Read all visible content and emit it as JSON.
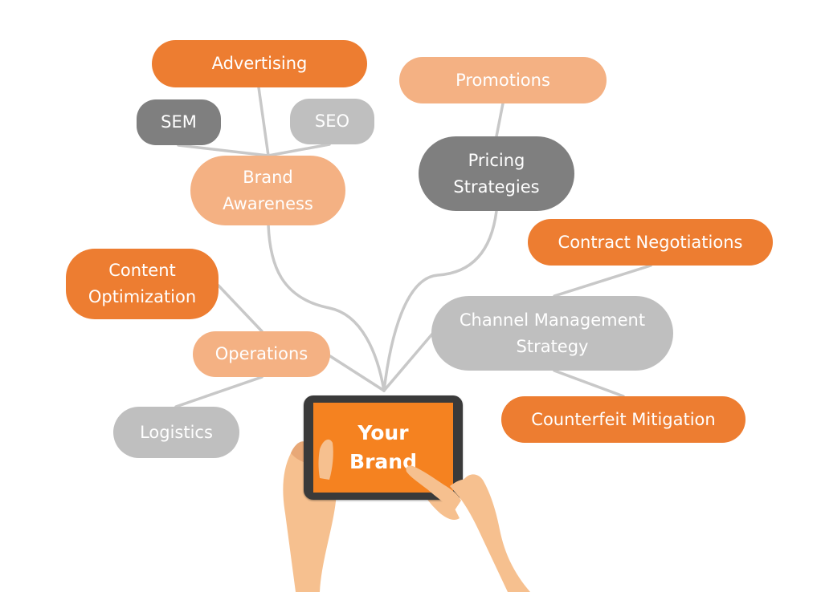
{
  "center": {
    "line1": "Your",
    "line2": "Brand",
    "screen_color": "#f58220"
  },
  "nodes": {
    "advertising": {
      "lines": [
        "Advertising"
      ],
      "color": "#ed7d31"
    },
    "sem": {
      "lines": [
        "SEM"
      ],
      "color": "#7f7f7f"
    },
    "seo": {
      "lines": [
        "SEO"
      ],
      "color": "#bfbfbf"
    },
    "brand_awareness": {
      "lines": [
        "Brand",
        "Awareness"
      ],
      "color": "#f4b183"
    },
    "promotions": {
      "lines": [
        "Promotions"
      ],
      "color": "#f4b183"
    },
    "pricing_strategies": {
      "lines": [
        "Pricing",
        "Strategies"
      ],
      "color": "#7f7f7f"
    },
    "contract_negotiations": {
      "lines": [
        "Contract Negotiations"
      ],
      "color": "#ed7d31"
    },
    "content_optimization": {
      "lines": [
        "Content",
        "Optimization"
      ],
      "color": "#ed7d31"
    },
    "operations": {
      "lines": [
        "Operations"
      ],
      "color": "#f4b183"
    },
    "channel_management_strategy": {
      "lines": [
        "Channel Management",
        "Strategy"
      ],
      "color": "#bfbfbf"
    },
    "logistics": {
      "lines": [
        "Logistics"
      ],
      "color": "#bfbfbf"
    },
    "counterfeit_mitigation": {
      "lines": [
        "Counterfeit Mitigation"
      ],
      "color": "#ed7d31"
    }
  },
  "colors": {
    "connector": "#c8c8c8",
    "skin": "#f6c08f",
    "skin_shadow": "#e8a877",
    "tablet_frame": "#3a3a3a"
  }
}
